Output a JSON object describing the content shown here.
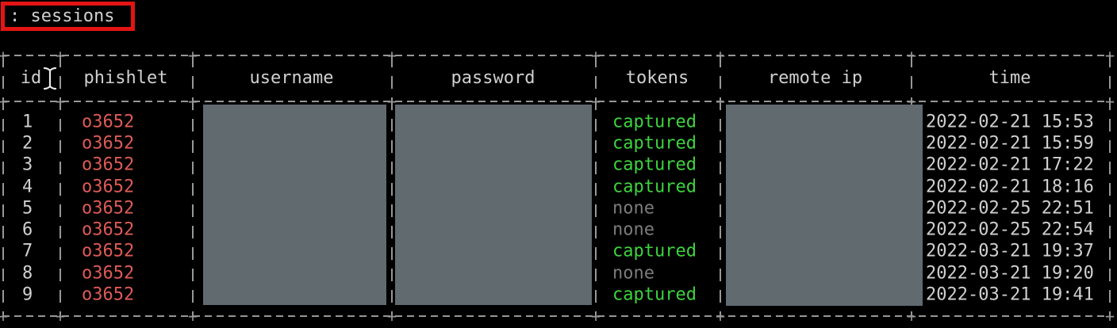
{
  "terminal": {
    "prompt_command": ": sessions"
  },
  "table": {
    "cross": "+",
    "headers": {
      "id": "id",
      "phishlet": "phishlet",
      "username": "username",
      "password": "password",
      "tokens": "tokens",
      "remote_ip": "remote ip",
      "time": "time"
    },
    "rows": [
      {
        "id": "1",
        "phishlet": "o3652",
        "tokens": "captured",
        "time": "2022-02-21 15:53"
      },
      {
        "id": "2",
        "phishlet": "o3652",
        "tokens": "captured",
        "time": "2022-02-21 15:59"
      },
      {
        "id": "3",
        "phishlet": "o3652",
        "tokens": "captured",
        "time": "2022-02-21 17:22"
      },
      {
        "id": "4",
        "phishlet": "o3652",
        "tokens": "captured",
        "time": "2022-02-21 18:16"
      },
      {
        "id": "5",
        "phishlet": "o3652",
        "tokens": "none",
        "time": "2022-02-25 22:51"
      },
      {
        "id": "6",
        "phishlet": "o3652",
        "tokens": "none",
        "time": "2022-02-25 22:54"
      },
      {
        "id": "7",
        "phishlet": "o3652",
        "tokens": "captured",
        "time": "2022-03-21 19:37"
      },
      {
        "id": "8",
        "phishlet": "o3652",
        "tokens": "none",
        "time": "2022-03-21 19:20"
      },
      {
        "id": "9",
        "phishlet": "o3652",
        "tokens": "captured",
        "time": "2022-03-21 19:41"
      }
    ]
  },
  "colors": {
    "bg": "#000000",
    "text": "#d0d0d0",
    "border": "#979797",
    "phishlet": "#de5b56",
    "captured": "#3dd33d",
    "none": "#7b7b7b",
    "redaction": "#616a6f",
    "highlight": "#e41414"
  }
}
